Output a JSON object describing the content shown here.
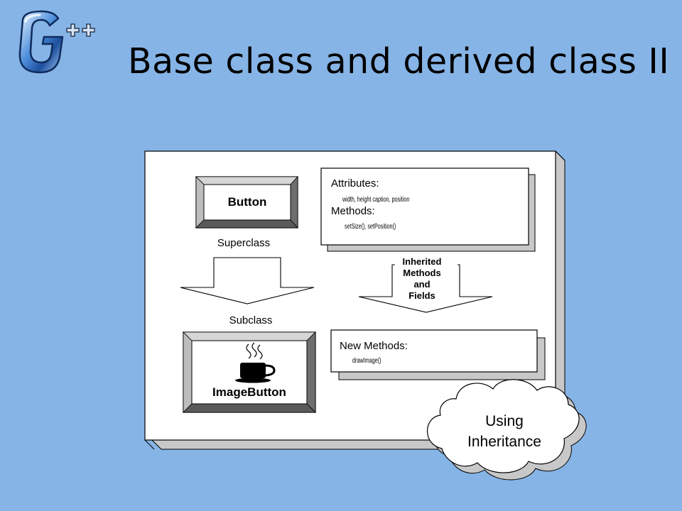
{
  "slide": {
    "title": "Base class and derived class II"
  },
  "logo": {
    "letter": "G",
    "superscript": "++"
  },
  "diagram": {
    "superclass_box": {
      "label": "Button"
    },
    "superclass_caption": "Superclass",
    "subclass_caption": "Subclass",
    "subclass_box": {
      "label": "ImageButton"
    },
    "attributes_panel": {
      "attributes_heading": "Attributes:",
      "attributes_values": "width, height caption, position",
      "methods_heading": "Methods:",
      "methods_values": "setSize(), setPosition()"
    },
    "inherited_label": [
      "Inherited",
      "Methods",
      "and",
      "Fields"
    ],
    "new_methods_panel": {
      "heading": "New Methods:",
      "values": "drawImage()"
    },
    "cloud_label": [
      "Using",
      "Inheritance"
    ]
  }
}
